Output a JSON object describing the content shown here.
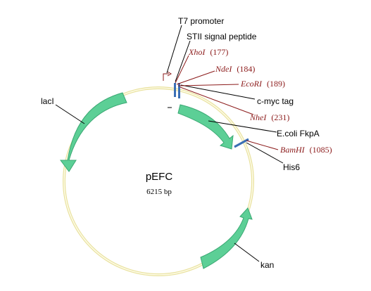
{
  "plasmid": {
    "name": "pEFC",
    "size": "6215 bp",
    "backbone_color": "#e9e2a0",
    "backbone_inner_color": "#fdfbe6",
    "arrow_color": "#5ccf96",
    "arrow_stroke": "#3aa873",
    "marker_color": "#3b6fb5",
    "site_color": "#8b1a1a"
  },
  "features": {
    "t7_promoter": "T7 promoter",
    "stii_signal_peptide": "STII signal peptide",
    "c_myc_tag": "c-myc tag",
    "e_coli_fkpa": "E.coli FkpA",
    "his6": "His6",
    "laci": "lacI",
    "kan": "kan"
  },
  "sites": {
    "xhoi": {
      "enzyme": "XhoI",
      "position": "(177)"
    },
    "ndei": {
      "enzyme": "NdeI",
      "position": "(184)"
    },
    "ecori": {
      "enzyme": "EcoRI",
      "position": "(189)"
    },
    "nhei": {
      "enzyme": "NheI",
      "position": "(231)"
    },
    "bamhi": {
      "enzyme": "BamHI",
      "position": "(1085)"
    }
  }
}
